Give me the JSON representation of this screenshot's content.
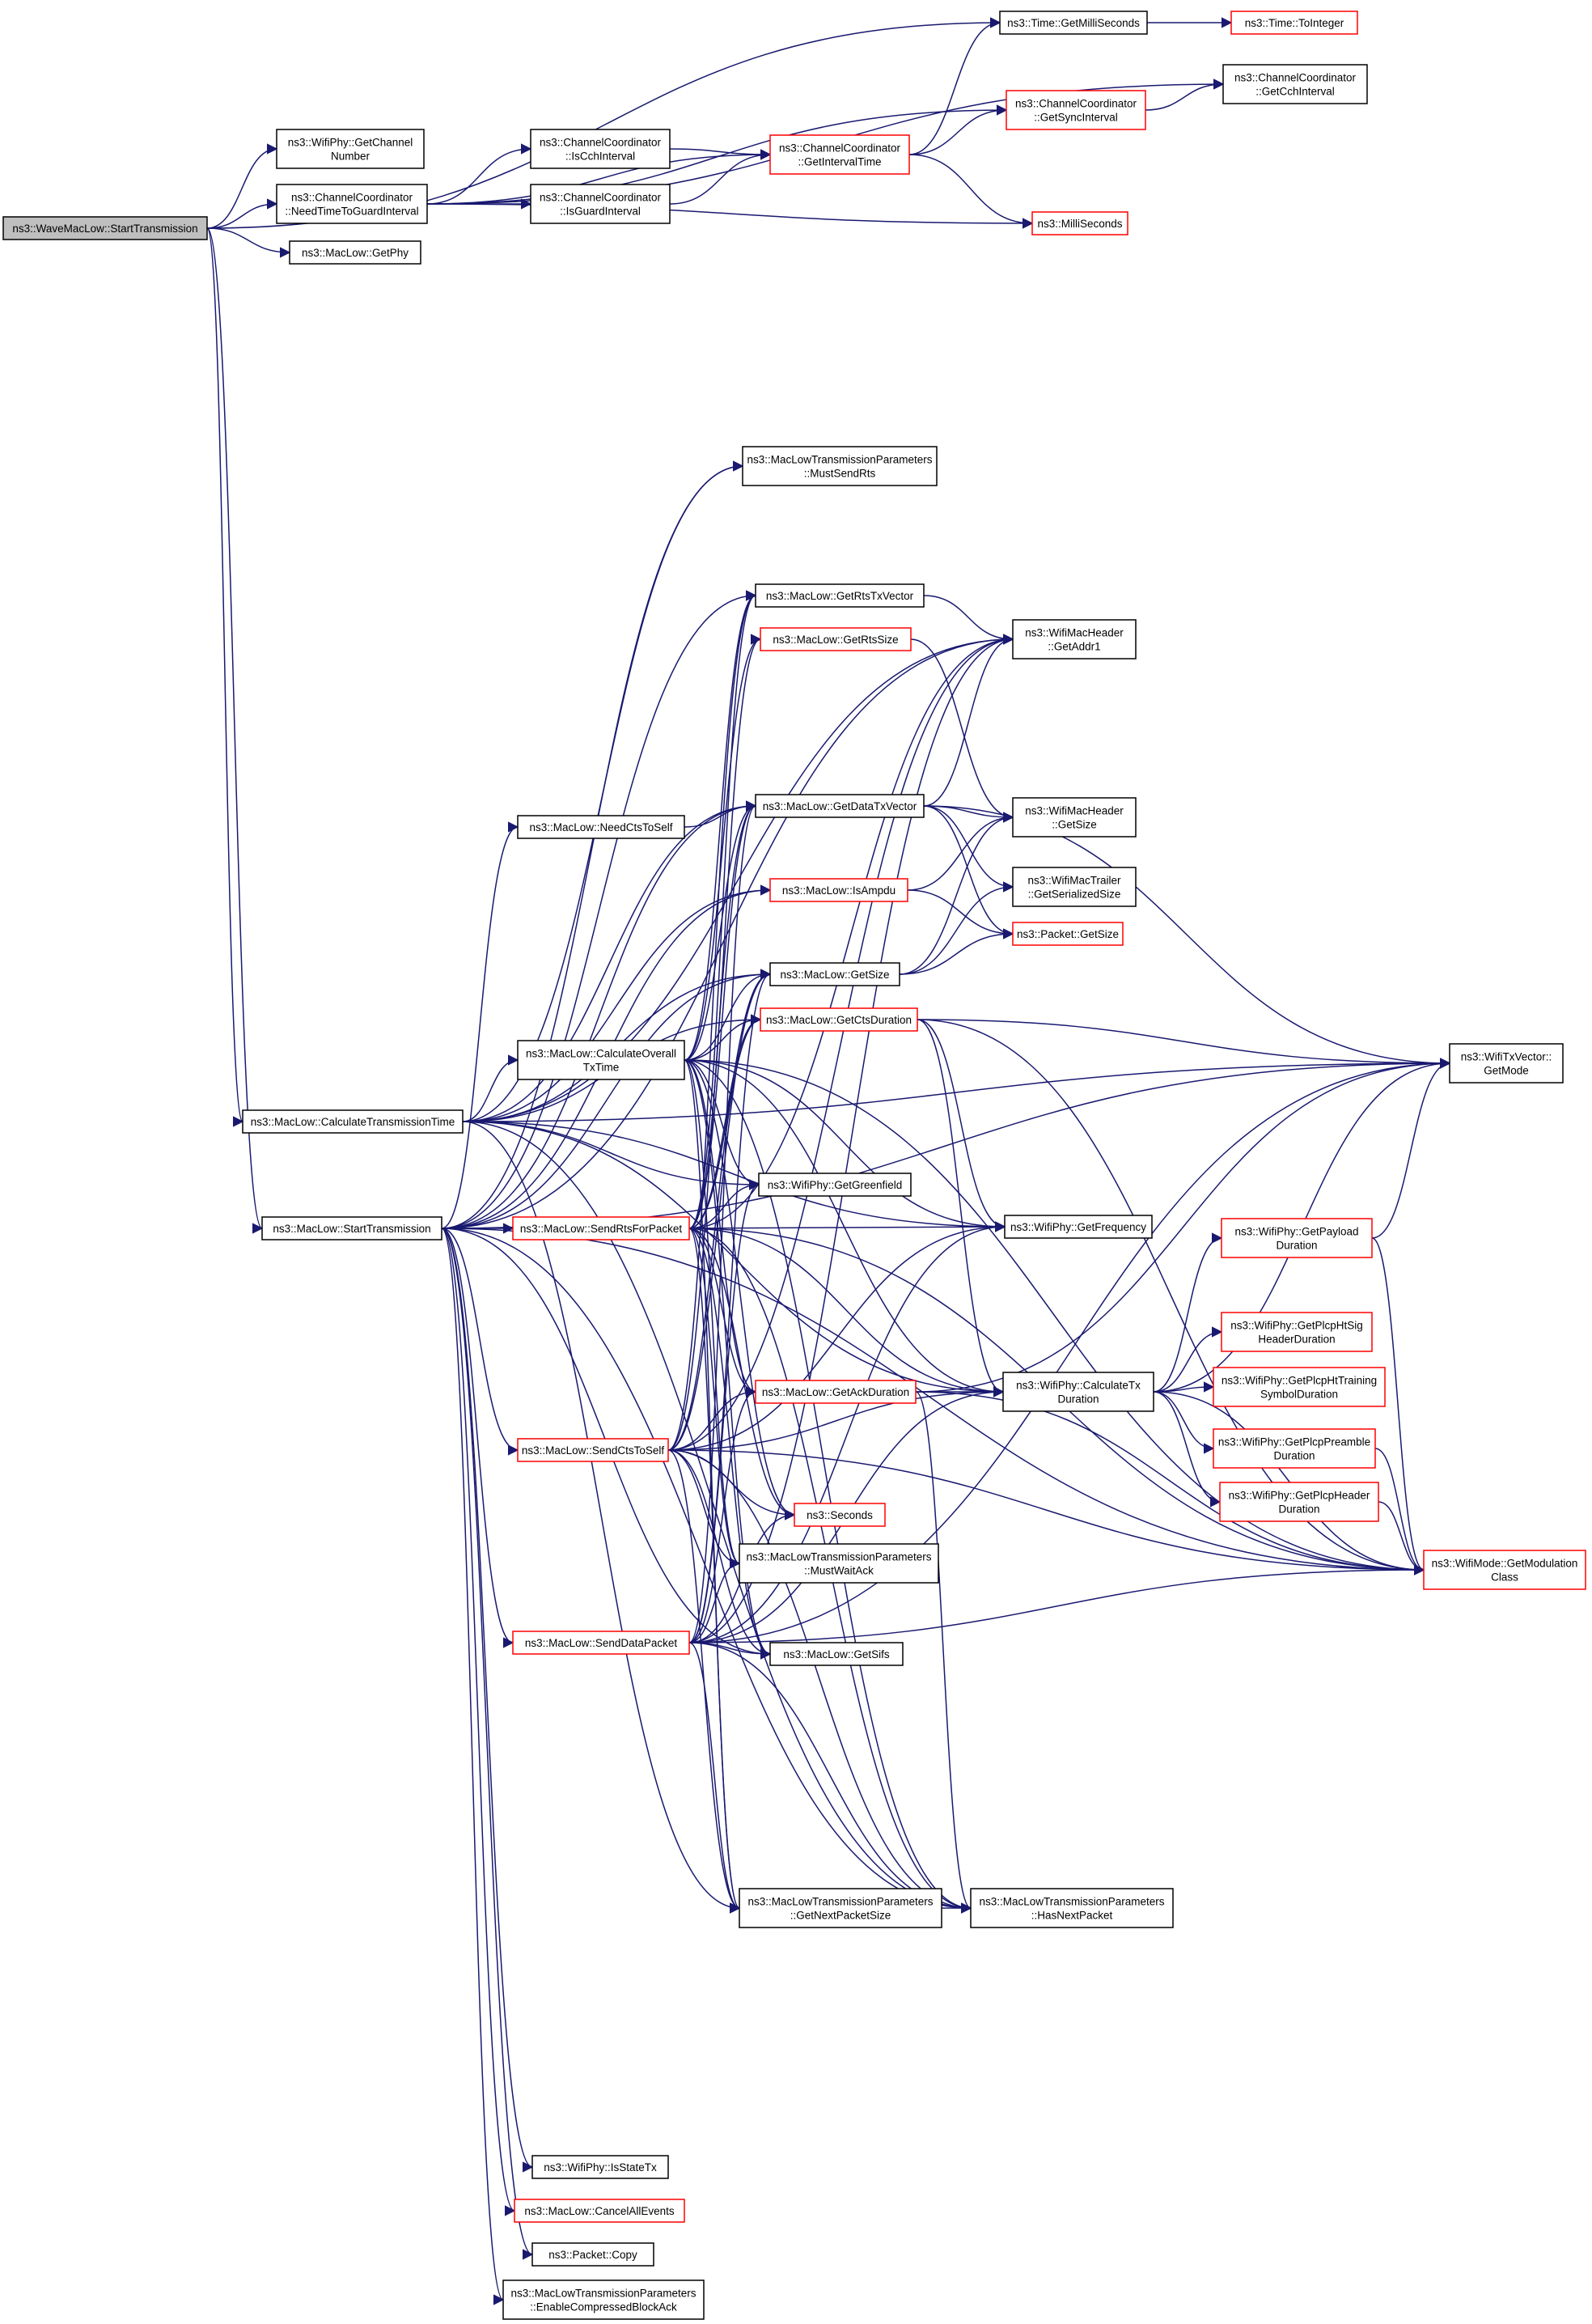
{
  "colors": {
    "edge": "#191970",
    "node_border": "#000000",
    "node_border_undocumented": "#ff0000",
    "root_fill": "#bfbfbf"
  },
  "nodes": [
    {
      "id": "start",
      "lines": [
        "ns3::WaveMacLow::StartTransmission"
      ],
      "red": false,
      "root": true
    },
    {
      "id": "gms",
      "lines": [
        "ns3::Time::GetMilliSeconds"
      ],
      "red": false
    },
    {
      "id": "toint",
      "lines": [
        "ns3::Time::ToInteger"
      ],
      "red": true
    },
    {
      "id": "cch",
      "lines": [
        "ns3::ChannelCoordinator",
        "::GetCchInterval"
      ],
      "red": false
    },
    {
      "id": "sync",
      "lines": [
        "ns3::ChannelCoordinator",
        "::GetSyncInterval"
      ],
      "red": true
    },
    {
      "id": "gchan",
      "lines": [
        "ns3::WifiPhy::GetChannel",
        "Number"
      ],
      "red": false
    },
    {
      "id": "iscch",
      "lines": [
        "ns3::ChannelCoordinator",
        "::IsCchInterval"
      ],
      "red": false
    },
    {
      "id": "interval",
      "lines": [
        "ns3::ChannelCoordinator",
        "::GetIntervalTime"
      ],
      "red": true
    },
    {
      "id": "need",
      "lines": [
        "ns3::ChannelCoordinator",
        "::NeedTimeToGuardInterval"
      ],
      "red": false
    },
    {
      "id": "isguard",
      "lines": [
        "ns3::ChannelCoordinator",
        "::IsGuardInterval"
      ],
      "red": false
    },
    {
      "id": "msec",
      "lines": [
        "ns3::MilliSeconds"
      ],
      "red": true
    },
    {
      "id": "getphy",
      "lines": [
        "ns3::MacLow::GetPhy"
      ],
      "red": false
    },
    {
      "id": "mustrts",
      "lines": [
        "ns3::MacLowTransmissionParameters",
        "::MustSendRts"
      ],
      "red": false
    },
    {
      "id": "rtstx",
      "lines": [
        "ns3::MacLow::GetRtsTxVector"
      ],
      "red": false
    },
    {
      "id": "rtssize",
      "lines": [
        "ns3::MacLow::GetRtsSize"
      ],
      "red": true
    },
    {
      "id": "addr1",
      "lines": [
        "ns3::WifiMacHeader",
        "::GetAddr1"
      ],
      "red": false
    },
    {
      "id": "datatx",
      "lines": [
        "ns3::MacLow::GetDataTxVector"
      ],
      "red": false
    },
    {
      "id": "needcts",
      "lines": [
        "ns3::MacLow::NeedCtsToSelf"
      ],
      "red": false
    },
    {
      "id": "hdrsize",
      "lines": [
        "ns3::WifiMacHeader",
        "::GetSize"
      ],
      "red": false
    },
    {
      "id": "ampdu",
      "lines": [
        "ns3::MacLow::IsAmpdu"
      ],
      "red": true
    },
    {
      "id": "trailer",
      "lines": [
        "ns3::WifiMacTrailer",
        "::GetSerializedSize"
      ],
      "red": false
    },
    {
      "id": "pktsize",
      "lines": [
        "ns3::Packet::GetSize"
      ],
      "red": true
    },
    {
      "id": "mlsize",
      "lines": [
        "ns3::MacLow::GetSize"
      ],
      "red": false
    },
    {
      "id": "ctsdur",
      "lines": [
        "ns3::MacLow::GetCtsDuration"
      ],
      "red": true
    },
    {
      "id": "overall",
      "lines": [
        "ns3::MacLow::CalculateOverall",
        "TxTime"
      ],
      "red": false
    },
    {
      "id": "getmode",
      "lines": [
        "ns3::WifiTxVector::",
        "GetMode"
      ],
      "red": false
    },
    {
      "id": "calc",
      "lines": [
        "ns3::MacLow::CalculateTransmissionTime"
      ],
      "red": false
    },
    {
      "id": "green",
      "lines": [
        "ns3::WifiPhy::GetGreenfield"
      ],
      "red": false
    },
    {
      "id": "mlstart",
      "lines": [
        "ns3::MacLow::StartTransmission"
      ],
      "red": false
    },
    {
      "id": "sendrts",
      "lines": [
        "ns3::MacLow::SendRtsForPacket"
      ],
      "red": true
    },
    {
      "id": "freq",
      "lines": [
        "ns3::WifiPhy::GetFrequency"
      ],
      "red": false
    },
    {
      "id": "payload",
      "lines": [
        "ns3::WifiPhy::GetPayload",
        "Duration"
      ],
      "red": true
    },
    {
      "id": "htsig",
      "lines": [
        "ns3::WifiPhy::GetPlcpHtSig",
        "HeaderDuration"
      ],
      "red": true
    },
    {
      "id": "acktime",
      "lines": [
        "ns3::MacLow::GetAckDuration"
      ],
      "red": true
    },
    {
      "id": "calctx",
      "lines": [
        "ns3::WifiPhy::CalculateTx",
        "Duration"
      ],
      "red": false
    },
    {
      "id": "httrain",
      "lines": [
        "ns3::WifiPhy::GetPlcpHtTraining",
        "SymbolDuration"
      ],
      "red": true
    },
    {
      "id": "sendcts",
      "lines": [
        "ns3::MacLow::SendCtsToSelf"
      ],
      "red": true
    },
    {
      "id": "preamble",
      "lines": [
        "ns3::WifiPhy::GetPlcpPreamble",
        "Duration"
      ],
      "red": true
    },
    {
      "id": "plcphdr",
      "lines": [
        "ns3::WifiPhy::GetPlcpHeader",
        "Duration"
      ],
      "red": true
    },
    {
      "id": "seconds",
      "lines": [
        "ns3::Seconds"
      ],
      "red": true
    },
    {
      "id": "waitack",
      "lines": [
        "ns3::MacLowTransmissionParameters",
        "::MustWaitAck"
      ],
      "red": false
    },
    {
      "id": "modclass",
      "lines": [
        "ns3::WifiMode::GetModulation",
        "Class"
      ],
      "red": true
    },
    {
      "id": "senddata",
      "lines": [
        "ns3::MacLow::SendDataPacket"
      ],
      "red": true
    },
    {
      "id": "sifs",
      "lines": [
        "ns3::MacLow::GetSifs"
      ],
      "red": false
    },
    {
      "id": "nextsize",
      "lines": [
        "ns3::MacLowTransmissionParameters",
        "::GetNextPacketSize"
      ],
      "red": false
    },
    {
      "id": "hasnext",
      "lines": [
        "ns3::MacLowTransmissionParameters",
        "::HasNextPacket"
      ],
      "red": false
    },
    {
      "id": "statetx",
      "lines": [
        "ns3::WifiPhy::IsStateTx"
      ],
      "red": false
    },
    {
      "id": "cancel",
      "lines": [
        "ns3::MacLow::CancelAllEvents"
      ],
      "red": true
    },
    {
      "id": "copy",
      "lines": [
        "ns3::Packet::Copy"
      ],
      "red": false
    },
    {
      "id": "blockack",
      "lines": [
        "ns3::MacLowTransmissionParameters",
        "::EnableCompressedBlockAck"
      ],
      "red": false
    }
  ],
  "edges": [
    [
      "start",
      "gms"
    ],
    [
      "start",
      "gchan"
    ],
    [
      "start",
      "need"
    ],
    [
      "start",
      "getphy"
    ],
    [
      "start",
      "calc"
    ],
    [
      "start",
      "mlstart"
    ],
    [
      "gms",
      "toint"
    ],
    [
      "need",
      "cch"
    ],
    [
      "need",
      "sync"
    ],
    [
      "need",
      "iscch"
    ],
    [
      "need",
      "isguard"
    ],
    [
      "need",
      "interval"
    ],
    [
      "need",
      "msec"
    ],
    [
      "iscch",
      "interval"
    ],
    [
      "isguard",
      "interval"
    ],
    [
      "interval",
      "gms"
    ],
    [
      "interval",
      "sync"
    ],
    [
      "interval",
      "msec"
    ],
    [
      "sync",
      "cch"
    ],
    [
      "calc",
      "mustrts"
    ],
    [
      "calc",
      "addr1"
    ],
    [
      "calc",
      "getmode"
    ],
    [
      "calc",
      "overall"
    ],
    [
      "calc",
      "datatx"
    ],
    [
      "calc",
      "mlsize"
    ],
    [
      "calc",
      "freq"
    ],
    [
      "calc",
      "green"
    ],
    [
      "calc",
      "calctx"
    ],
    [
      "calc",
      "ctsdur"
    ],
    [
      "calc",
      "nextsize"
    ],
    [
      "calc",
      "hasnext"
    ],
    [
      "calc",
      "ampdu"
    ],
    [
      "mlstart",
      "needcts"
    ],
    [
      "mlstart",
      "sendrts"
    ],
    [
      "mlstart",
      "sendcts"
    ],
    [
      "mlstart",
      "senddata"
    ],
    [
      "mlstart",
      "statetx"
    ],
    [
      "mlstart",
      "cancel"
    ],
    [
      "mlstart",
      "copy"
    ],
    [
      "mlstart",
      "blockack"
    ],
    [
      "mlstart",
      "mustrts"
    ],
    [
      "mlstart",
      "datatx"
    ],
    [
      "mlstart",
      "getmode"
    ],
    [
      "mlstart",
      "addr1"
    ],
    [
      "mlstart",
      "mlsize"
    ],
    [
      "mlstart",
      "ampdu"
    ],
    [
      "mlstart",
      "rtstx"
    ],
    [
      "mlstart",
      "modclass"
    ],
    [
      "mlstart",
      "hasnext"
    ],
    [
      "mlstart",
      "sifs"
    ],
    [
      "needcts",
      "datatx"
    ],
    [
      "overall",
      "rtstx"
    ],
    [
      "overall",
      "rtssize"
    ],
    [
      "overall",
      "datatx"
    ],
    [
      "overall",
      "mlsize"
    ],
    [
      "overall",
      "ctsdur"
    ],
    [
      "overall",
      "calctx"
    ],
    [
      "overall",
      "acktime"
    ],
    [
      "overall",
      "sifs"
    ],
    [
      "overall",
      "waitack"
    ],
    [
      "overall",
      "seconds"
    ],
    [
      "overall",
      "green"
    ],
    [
      "overall",
      "freq"
    ],
    [
      "overall",
      "modclass"
    ],
    [
      "overall",
      "nextsize"
    ],
    [
      "overall",
      "hasnext"
    ],
    [
      "rtstx",
      "addr1"
    ],
    [
      "rtssize",
      "hdrsize"
    ],
    [
      "datatx",
      "addr1"
    ],
    [
      "datatx",
      "hdrsize"
    ],
    [
      "datatx",
      "trailer"
    ],
    [
      "datatx",
      "pktsize"
    ],
    [
      "datatx",
      "getmode"
    ],
    [
      "ampdu",
      "pktsize"
    ],
    [
      "ampdu",
      "hdrsize"
    ],
    [
      "mlsize",
      "hdrsize"
    ],
    [
      "mlsize",
      "trailer"
    ],
    [
      "mlsize",
      "pktsize"
    ],
    [
      "ctsdur",
      "getmode"
    ],
    [
      "ctsdur",
      "calctx"
    ],
    [
      "ctsdur",
      "modclass"
    ],
    [
      "ctsdur",
      "freq"
    ],
    [
      "sendrts",
      "rtstx"
    ],
    [
      "sendrts",
      "rtssize"
    ],
    [
      "sendrts",
      "addr1"
    ],
    [
      "sendrts",
      "datatx"
    ],
    [
      "sendrts",
      "mlsize"
    ],
    [
      "sendrts",
      "ctsdur"
    ],
    [
      "sendrts",
      "green"
    ],
    [
      "sendrts",
      "freq"
    ],
    [
      "sendrts",
      "calctx"
    ],
    [
      "sendrts",
      "acktime"
    ],
    [
      "sendrts",
      "seconds"
    ],
    [
      "sendrts",
      "waitack"
    ],
    [
      "sendrts",
      "sifs"
    ],
    [
      "sendrts",
      "nextsize"
    ],
    [
      "sendrts",
      "hasnext"
    ],
    [
      "sendrts",
      "modclass"
    ],
    [
      "acktime",
      "calctx"
    ],
    [
      "acktime",
      "getmode"
    ],
    [
      "acktime",
      "modclass"
    ],
    [
      "acktime",
      "hasnext"
    ],
    [
      "calctx",
      "payload"
    ],
    [
      "calctx",
      "htsig"
    ],
    [
      "calctx",
      "httrain"
    ],
    [
      "calctx",
      "preamble"
    ],
    [
      "calctx",
      "plcphdr"
    ],
    [
      "calctx",
      "getmode"
    ],
    [
      "calctx",
      "modclass"
    ],
    [
      "payload",
      "getmode"
    ],
    [
      "payload",
      "modclass"
    ],
    [
      "preamble",
      "modclass"
    ],
    [
      "plcphdr",
      "modclass"
    ],
    [
      "sendcts",
      "datatx"
    ],
    [
      "sendcts",
      "mlsize"
    ],
    [
      "sendcts",
      "rtstx"
    ],
    [
      "sendcts",
      "ctsdur"
    ],
    [
      "sendcts",
      "acktime"
    ],
    [
      "sendcts",
      "calctx"
    ],
    [
      "sendcts",
      "freq"
    ],
    [
      "sendcts",
      "seconds"
    ],
    [
      "sendcts",
      "waitack"
    ],
    [
      "sendcts",
      "sifs"
    ],
    [
      "sendcts",
      "nextsize"
    ],
    [
      "sendcts",
      "hasnext"
    ],
    [
      "sendcts",
      "modclass"
    ],
    [
      "sendcts",
      "addr1"
    ],
    [
      "senddata",
      "datatx"
    ],
    [
      "senddata",
      "mlsize"
    ],
    [
      "senddata",
      "addr1"
    ],
    [
      "senddata",
      "acktime"
    ],
    [
      "senddata",
      "calctx"
    ],
    [
      "senddata",
      "green"
    ],
    [
      "senddata",
      "freq"
    ],
    [
      "senddata",
      "seconds"
    ],
    [
      "senddata",
      "waitack"
    ],
    [
      "senddata",
      "sifs"
    ],
    [
      "senddata",
      "nextsize"
    ],
    [
      "senddata",
      "hasnext"
    ],
    [
      "senddata",
      "modclass"
    ],
    [
      "senddata",
      "getmode"
    ],
    [
      "nextsize",
      "hasnext"
    ]
  ]
}
